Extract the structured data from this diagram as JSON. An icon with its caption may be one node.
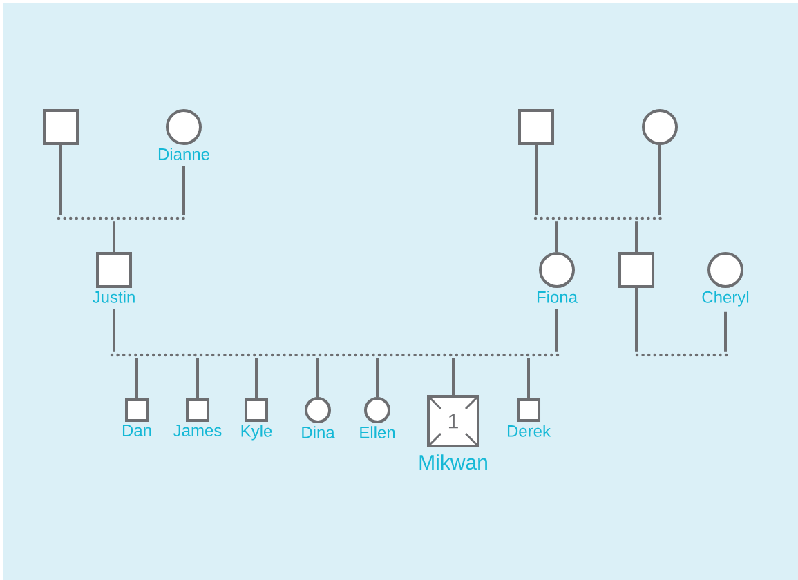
{
  "diagram": {
    "nodes": [
      {
        "text": [],
        "shape": "box"
      },
      {
        "text": [
          "Dianne"
        ]
      },
      {
        "text": [],
        "shape": "box"
      },
      {
        "text": [],
        "shape": "circle"
      },
      {
        "text": [
          "Justin"
        ]
      },
      {
        "text": [
          "Fiona"
        ]
      },
      {
        "text": [],
        "shape": "box"
      },
      {
        "text": [
          "Cheryl"
        ]
      },
      {
        "text": [
          "Dan"
        ]
      },
      {
        "text": [
          "James"
        ]
      },
      {
        "text": [
          "Kyle"
        ]
      },
      {
        "text": [
          "Dina"
        ]
      },
      {
        "text": [
          "Ellen"
        ]
      },
      {
        "text": [
          "1",
          "Mikwan"
        ]
      },
      {
        "text": [
          "Derek"
        ]
      },
      {
        "text": [],
        "shape": "bar"
      },
      {
        "text": [],
        "shape": "bar"
      },
      {
        "text": [],
        "shape": "bar"
      },
      {
        "text": [],
        "shape": "bar"
      }
    ],
    "edges": [
      {
        "from": 0,
        "to": 15,
        "arrow": "none"
      },
      {
        "from": 1,
        "to": 15,
        "arrow": "none"
      },
      {
        "from": 15,
        "to": 4,
        "arrow": "none"
      },
      {
        "from": 2,
        "to": 16,
        "arrow": "none"
      },
      {
        "from": 3,
        "to": 16,
        "arrow": "none"
      },
      {
        "from": 16,
        "to": 5,
        "arrow": "none"
      },
      {
        "from": 16,
        "to": 6,
        "arrow": "none"
      },
      {
        "from": 4,
        "to": 17,
        "arrow": "none"
      },
      {
        "from": 5,
        "to": 17,
        "arrow": "none"
      },
      {
        "from": 17,
        "to": 8,
        "arrow": "none"
      },
      {
        "from": 17,
        "to": 9,
        "arrow": "none"
      },
      {
        "from": 17,
        "to": 10,
        "arrow": "none"
      },
      {
        "from": 17,
        "to": 11,
        "arrow": "none"
      },
      {
        "from": 17,
        "to": 12,
        "arrow": "none"
      },
      {
        "from": 17,
        "to": 13,
        "arrow": "none"
      },
      {
        "from": 17,
        "to": 14,
        "arrow": "none"
      },
      {
        "from": 6,
        "to": 18,
        "arrow": "none"
      },
      {
        "from": 7,
        "to": 18,
        "arrow": "none"
      }
    ]
  }
}
